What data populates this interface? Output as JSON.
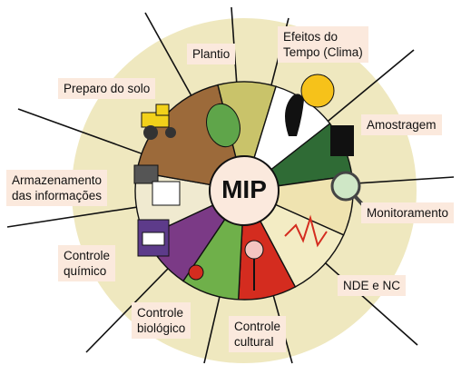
{
  "center": {
    "title": "MIP"
  },
  "sectors": [
    {
      "id": "plantio",
      "label": "Plantio",
      "color": "#c9c36a"
    },
    {
      "id": "efeitos",
      "label": "Efeitos do\nTempo (Clima)",
      "color": "#ffffff"
    },
    {
      "id": "amostragem",
      "label": "Amostragem",
      "color": "#2f6b35"
    },
    {
      "id": "monitoramento",
      "label": "Monitoramento",
      "color": "#efe3b0"
    },
    {
      "id": "nde",
      "label": "NDE e NC",
      "color": "#f3ecc4"
    },
    {
      "id": "cultural",
      "label": "Controle\ncultural",
      "color": "#d42c1f"
    },
    {
      "id": "biologico",
      "label": "Controle\nbiológico",
      "color": "#6fb04a"
    },
    {
      "id": "quimico",
      "label": "Controle\nquímico",
      "color": "#7b3a86"
    },
    {
      "id": "armazenamento",
      "label": "Armazenamento\ndas informações",
      "color": "#f0ead0"
    },
    {
      "id": "preparo",
      "label": "Preparo do solo",
      "color": "#9c6a3a"
    }
  ],
  "colors": {
    "background_disc": "#efe8bf",
    "spoke": "#111111",
    "label_bg": "#fbe9dd"
  }
}
